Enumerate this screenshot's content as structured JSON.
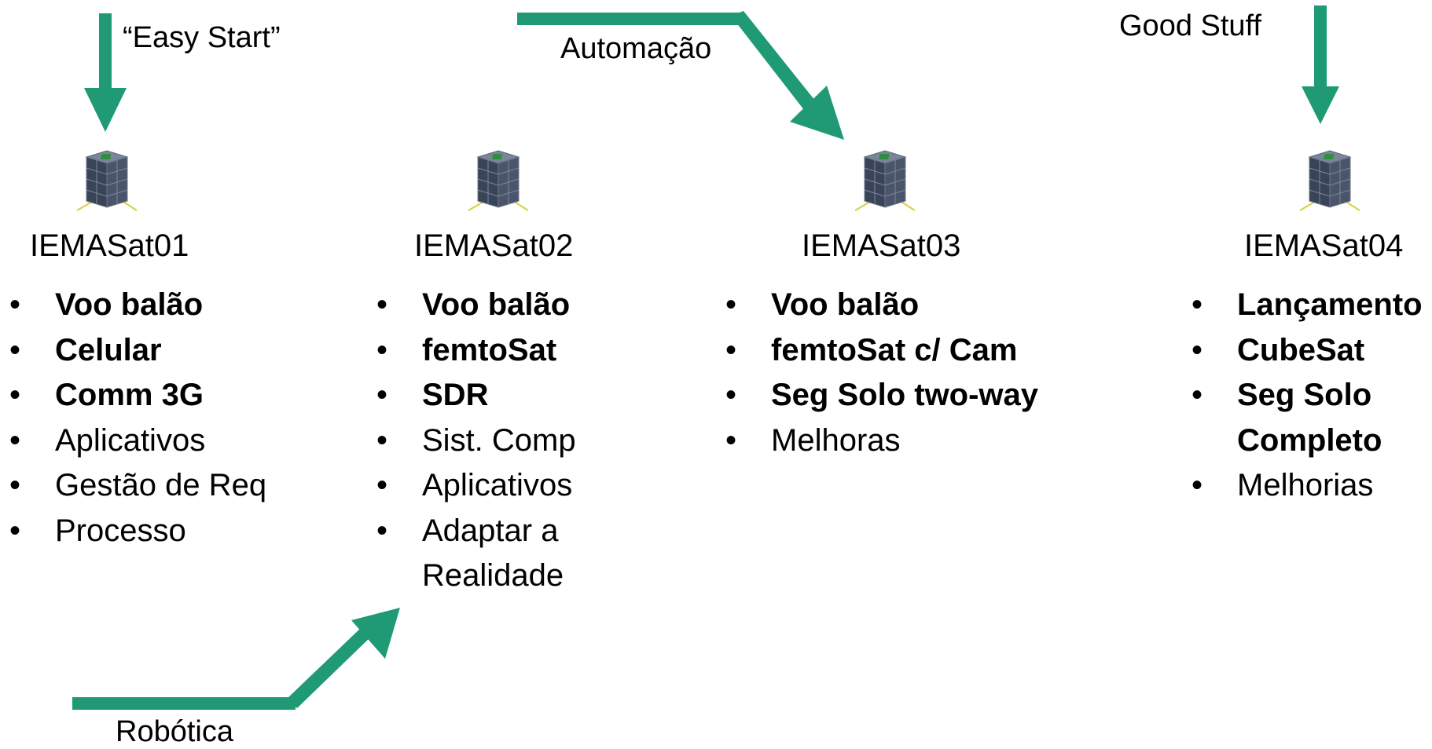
{
  "colors": {
    "arrow": "#1f9a74",
    "text": "#000000"
  },
  "arrow_labels": {
    "easy_start": "“Easy Start”",
    "automacao": "Automação",
    "good_stuff": "Good Stuff",
    "robotica": "Robótica"
  },
  "satellites": [
    {
      "name": "IEMASat01",
      "icon": "cubesat-icon",
      "items": [
        {
          "text": "Voo balão",
          "bold": true
        },
        {
          "text": "Celular",
          "bold": true
        },
        {
          "text": "Comm 3G",
          "bold": true
        },
        {
          "text": "Aplicativos",
          "bold": false
        },
        {
          "text": "Gestão de Req",
          "bold": false
        },
        {
          "text": "Processo",
          "bold": false
        }
      ]
    },
    {
      "name": "IEMASat02",
      "icon": "cubesat-icon",
      "items": [
        {
          "text": "Voo balão",
          "bold": true
        },
        {
          "text": "femtoSat",
          "bold": true
        },
        {
          "text": "SDR",
          "bold": true
        },
        {
          "text": "Sist. Comp",
          "bold": false
        },
        {
          "text": "Aplicativos",
          "bold": false
        },
        {
          "text": "Adaptar a Realidade",
          "bold": false
        }
      ]
    },
    {
      "name": "IEMASat03",
      "icon": "cubesat-icon",
      "items": [
        {
          "text": "Voo balão",
          "bold": true
        },
        {
          "text": "femtoSat c/ Cam",
          "bold": true
        },
        {
          "text": "Seg Solo two-way",
          "bold": true
        },
        {
          "text": "Melhoras",
          "bold": false
        }
      ]
    },
    {
      "name": "IEMASat04",
      "icon": "cubesat-icon",
      "items": [
        {
          "text": "Lançamento",
          "bold": true
        },
        {
          "text": "CubeSat",
          "bold": true
        },
        {
          "text": "Seg Solo Completo",
          "bold": true
        },
        {
          "text": "Melhorias",
          "bold": false
        }
      ]
    }
  ]
}
